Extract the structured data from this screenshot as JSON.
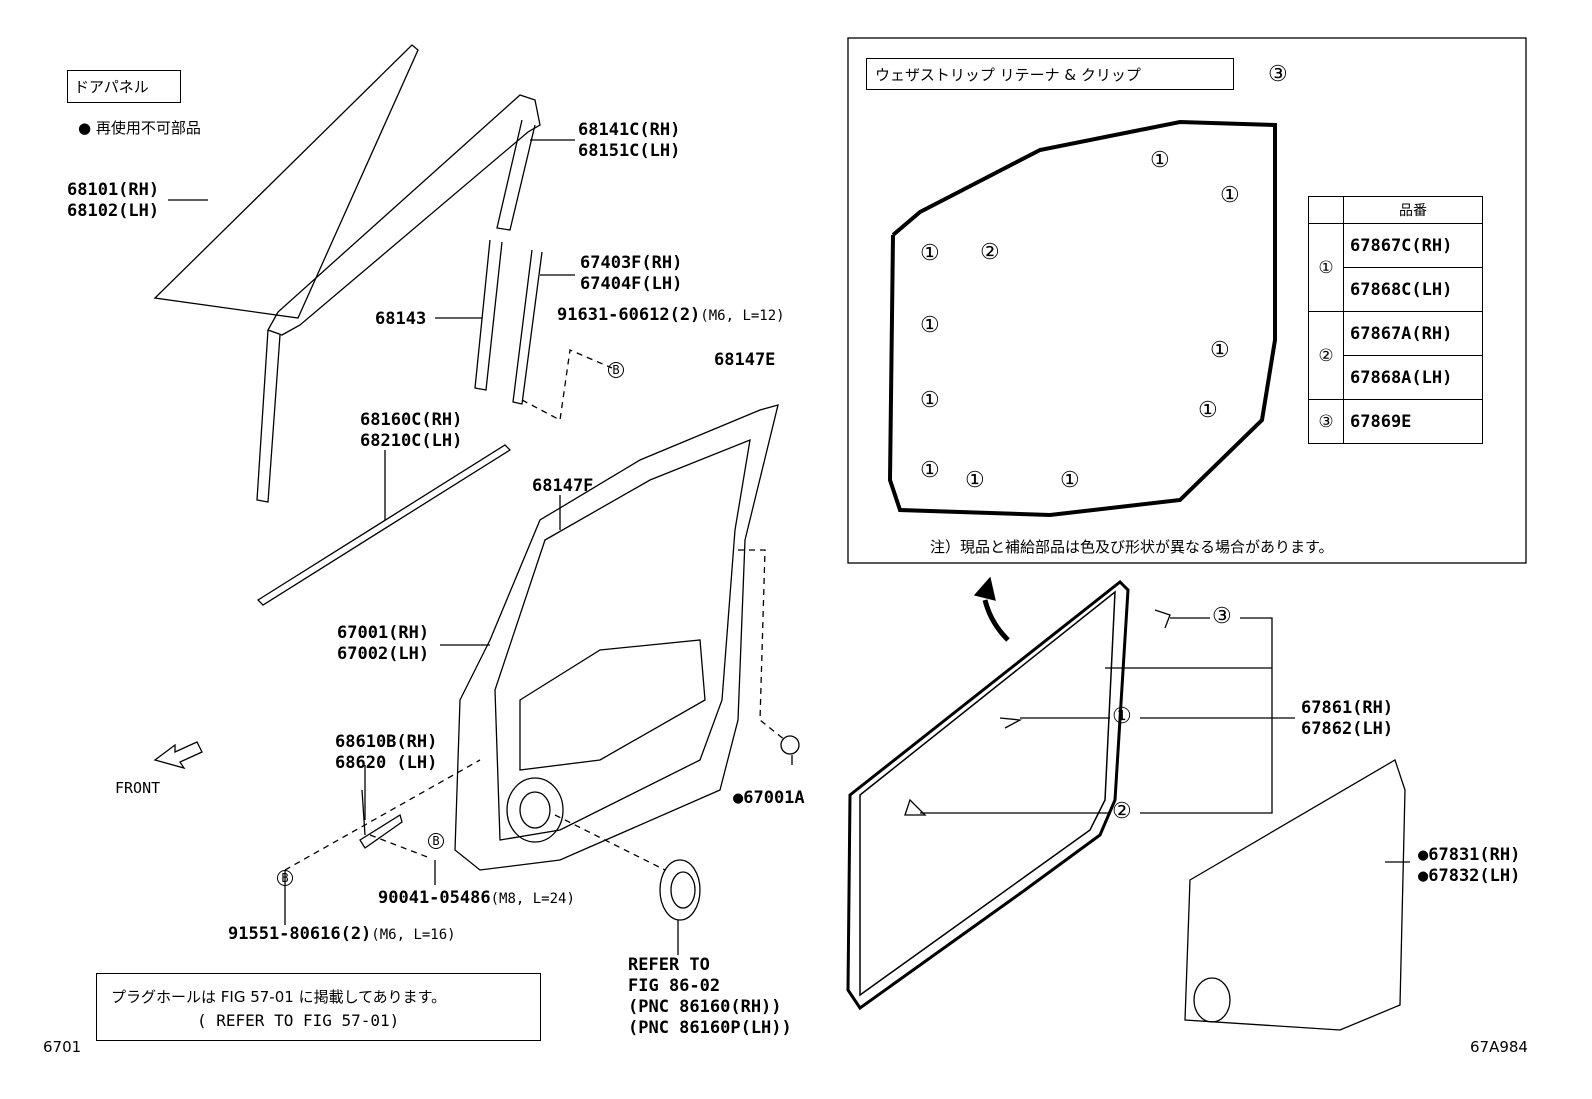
{
  "header": {
    "title": "ドアパネル",
    "legend": "● 再使用不可部品"
  },
  "inset": {
    "title": "ウェザストリップ リテーナ & クリップ",
    "note": "注）現品と補給部品は色及び形状が異なる場合があります。",
    "table": {
      "header": "品番",
      "rows": [
        {
          "ref": "①",
          "parts": [
            "67867C(RH)",
            "67868C(LH)"
          ]
        },
        {
          "ref": "②",
          "parts": [
            "67867A(RH)",
            "67868A(LH)"
          ]
        },
        {
          "ref": "③",
          "parts": [
            "67869E"
          ]
        }
      ]
    }
  },
  "labels": {
    "p68101": "68101(RH)",
    "p68102": "68102(LH)",
    "p68141c": "68141C(RH)",
    "p68151c": "68151C(LH)",
    "p67403f": "67403F(RH)",
    "p67404f": "67404F(LH)",
    "p68143": "68143",
    "p91631": "91631-60612(2)",
    "p91631s": "(M6, L=12)",
    "p68147e": "68147E",
    "p68160c": "68160C(RH)",
    "p68210c": "68210C(LH)",
    "p68147f": "68147F",
    "p67001": "67001(RH)",
    "p67002": "67002(LH)",
    "p68610b": "68610B(RH)",
    "p68620": "68620 (LH)",
    "front": "FRONT",
    "p67001a": "●67001A",
    "p90041": "90041-05486",
    "p90041s": "(M8, L=24)",
    "p91551": "91551-80616(2)",
    "p91551s": "(M6, L=16)",
    "refer1": "REFER TO",
    "refer2": "FIG 86-02",
    "refer3": "(PNC 86160(RH))",
    "refer4": "(PNC 86160P(LH))",
    "p67861": "67861(RH)",
    "p67862": "67862(LH)",
    "p67831": "●67831(RH)",
    "p67832": "●67832(LH)",
    "circ1": "①",
    "circ2": "②",
    "circ3": "③",
    "circB": "B"
  },
  "plug_note": {
    "line1": "プラグホールは FIG 57-01 に掲載してあります。",
    "line2": "( REFER TO FIG 57-01)"
  },
  "footer": {
    "left": "6701",
    "right": "67A984"
  }
}
